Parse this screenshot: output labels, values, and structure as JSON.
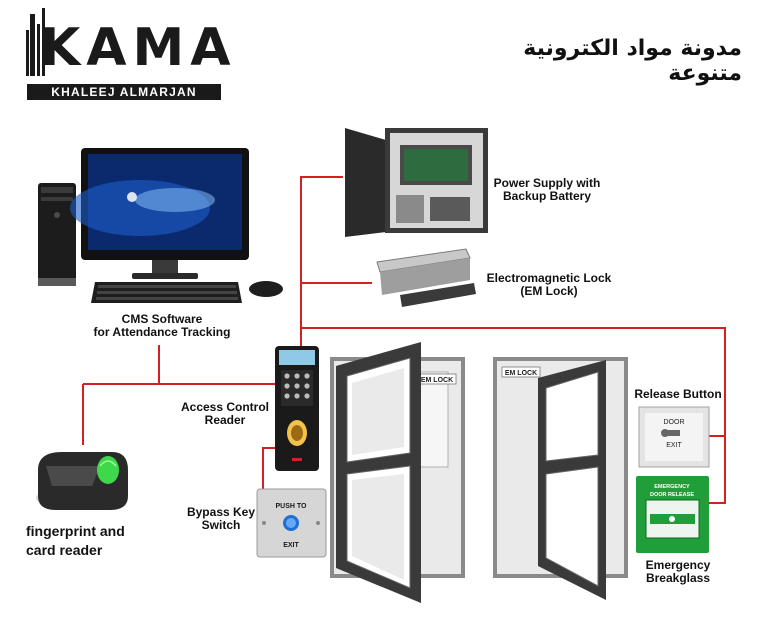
{
  "header": {
    "logo_text": "KAMA",
    "logo_subtitle": "KHALEEJ ALMARJAN",
    "blog_title": "مدونة مواد الكترونية متنوعة"
  },
  "labels": {
    "cms_line1": "CMS Software",
    "cms_line2": "for Attendance Tracking",
    "power_line1": "Power Supply with",
    "power_line2": "Backup Battery",
    "emlock_line1": "Electromagnetic Lock",
    "emlock_line2": "(EM Lock)",
    "access_line1": "Access Control",
    "access_line2": "Reader",
    "bypass_line1": "Bypass Key",
    "bypass_line2": "Switch",
    "fingerprint_line1": "fingerprint and",
    "fingerprint_line2": "card reader",
    "release": "Release Button",
    "emergency_line1": "Emergency",
    "emergency_line2": "Breakglass"
  },
  "device_text": {
    "em_lock_tag": "EM LOCK",
    "em_lock_tag_2": "EM LOCK",
    "push_to": "PUSH TO",
    "exit": "EXIT",
    "door": "DOOR",
    "release_exit": "EXIT",
    "breakglass_title": "EMERGENCY",
    "breakglass_sub": "DOOR RELEASE"
  },
  "colors": {
    "wire": "#d42020",
    "breakglass_green": "#1f9e3a",
    "logo_accent": "#16a6d8"
  }
}
